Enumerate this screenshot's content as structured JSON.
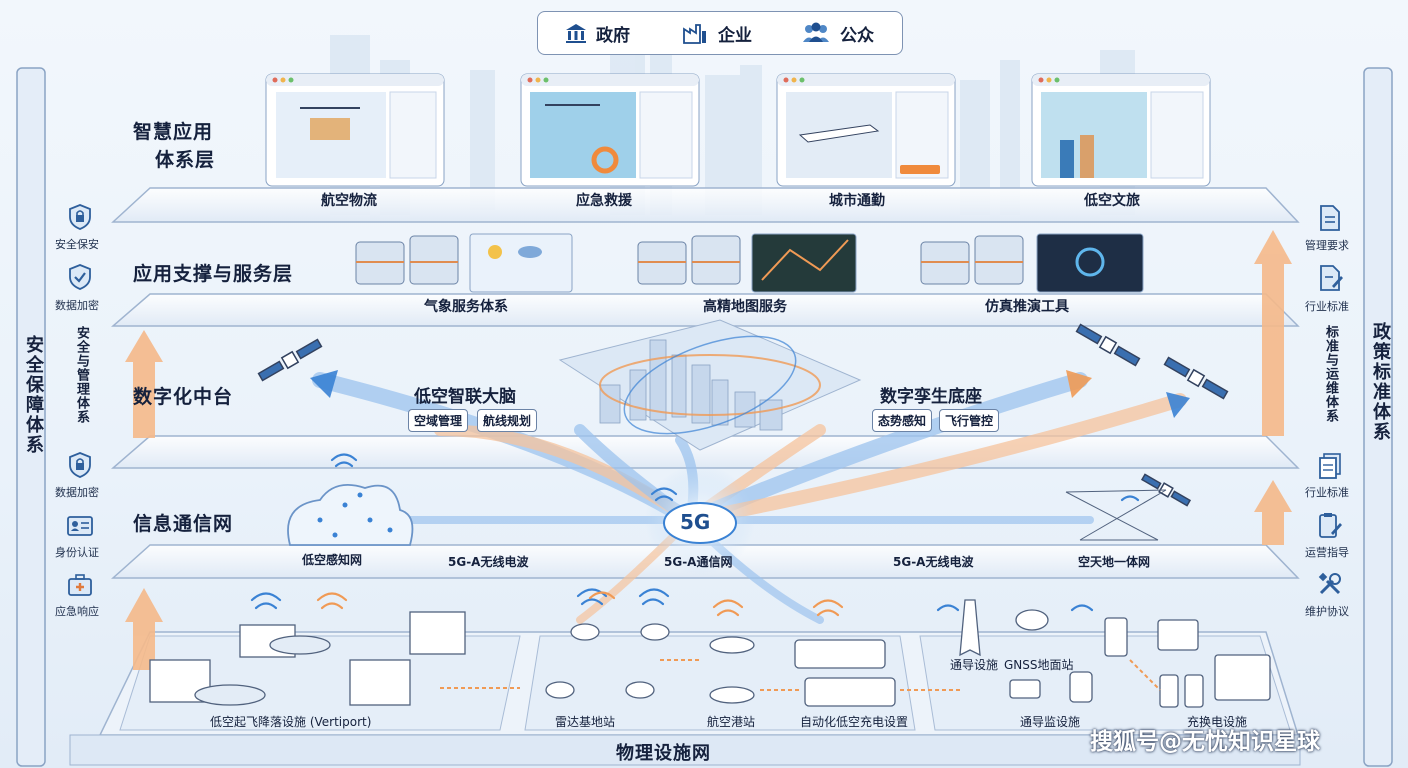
{
  "header": {
    "items": [
      {
        "label": "政府",
        "icon": "government-building-icon"
      },
      {
        "label": "企业",
        "icon": "factory-icon"
      },
      {
        "label": "公众",
        "icon": "people-icon"
      }
    ]
  },
  "left_side": {
    "title": "安全保障体系",
    "subtitle": "安全与管理体系",
    "items": [
      {
        "label": "安全保安",
        "icon": "shield-lock-icon"
      },
      {
        "label": "数据加密",
        "icon": "shield-check-icon"
      },
      {
        "label": "数据加密",
        "icon": "shield-lock-icon"
      },
      {
        "label": "身份认证",
        "icon": "id-card-icon"
      },
      {
        "label": "应急响应",
        "icon": "emergency-kit-icon"
      }
    ]
  },
  "right_side": {
    "title": "政策标准体系",
    "subtitle": "标准与运维体系",
    "items": [
      {
        "label": "管理要求",
        "icon": "document-icon"
      },
      {
        "label": "行业标准",
        "icon": "document-pen-icon"
      },
      {
        "label": "行业标准",
        "icon": "documents-icon"
      },
      {
        "label": "运营指导",
        "icon": "clipboard-pen-icon"
      },
      {
        "label": "维护协议",
        "icon": "tools-icon"
      }
    ]
  },
  "layers": {
    "application": {
      "title": "智慧应用体系层",
      "title_line1": "智慧应用",
      "title_line2": "体系层",
      "cards": [
        {
          "label": "航空物流",
          "icon": "delivery-drone-icon"
        },
        {
          "label": "应急救援",
          "icon": "rescue-drone-icon"
        },
        {
          "label": "城市通勤",
          "icon": "air-taxi-icon"
        },
        {
          "label": "低空文旅",
          "icon": "tourism-icon"
        }
      ]
    },
    "support": {
      "title": "应用支撑与服务层",
      "services": [
        {
          "label": "气象服务体系",
          "icon": "weather-icon"
        },
        {
          "label": "高精地图服务",
          "icon": "map-icon"
        },
        {
          "label": "仿真推演工具",
          "icon": "dashboard-icon"
        }
      ]
    },
    "digital": {
      "title": "数字化中台",
      "brain_title": "低空智联大脑",
      "brain_tags": [
        "空域管理",
        "航线规划"
      ],
      "twin_title": "数字孪生底座",
      "twin_tags": [
        "态势感知",
        "飞行管控"
      ]
    },
    "network": {
      "title": "信息通信网",
      "hub_label": "5G",
      "items": [
        "低空感知网",
        "5G-A无线电波",
        "5G-A通信网",
        "5G-A无线电波",
        "空天地一体网"
      ]
    },
    "physical": {
      "title": "物理设施网",
      "items": [
        "低空起飞降落设施 (Vertiport)",
        "雷达基地站",
        "航空港站",
        "自动化低空充电设置",
        "通导设施",
        "GNSS地面站",
        "通导监设施",
        "充换电设施"
      ]
    }
  },
  "watermark": "搜狐号@无忧知识星球",
  "colors": {
    "accent_blue": "#3a82d4",
    "accent_orange": "#f0a466",
    "ink": "#15213d"
  }
}
